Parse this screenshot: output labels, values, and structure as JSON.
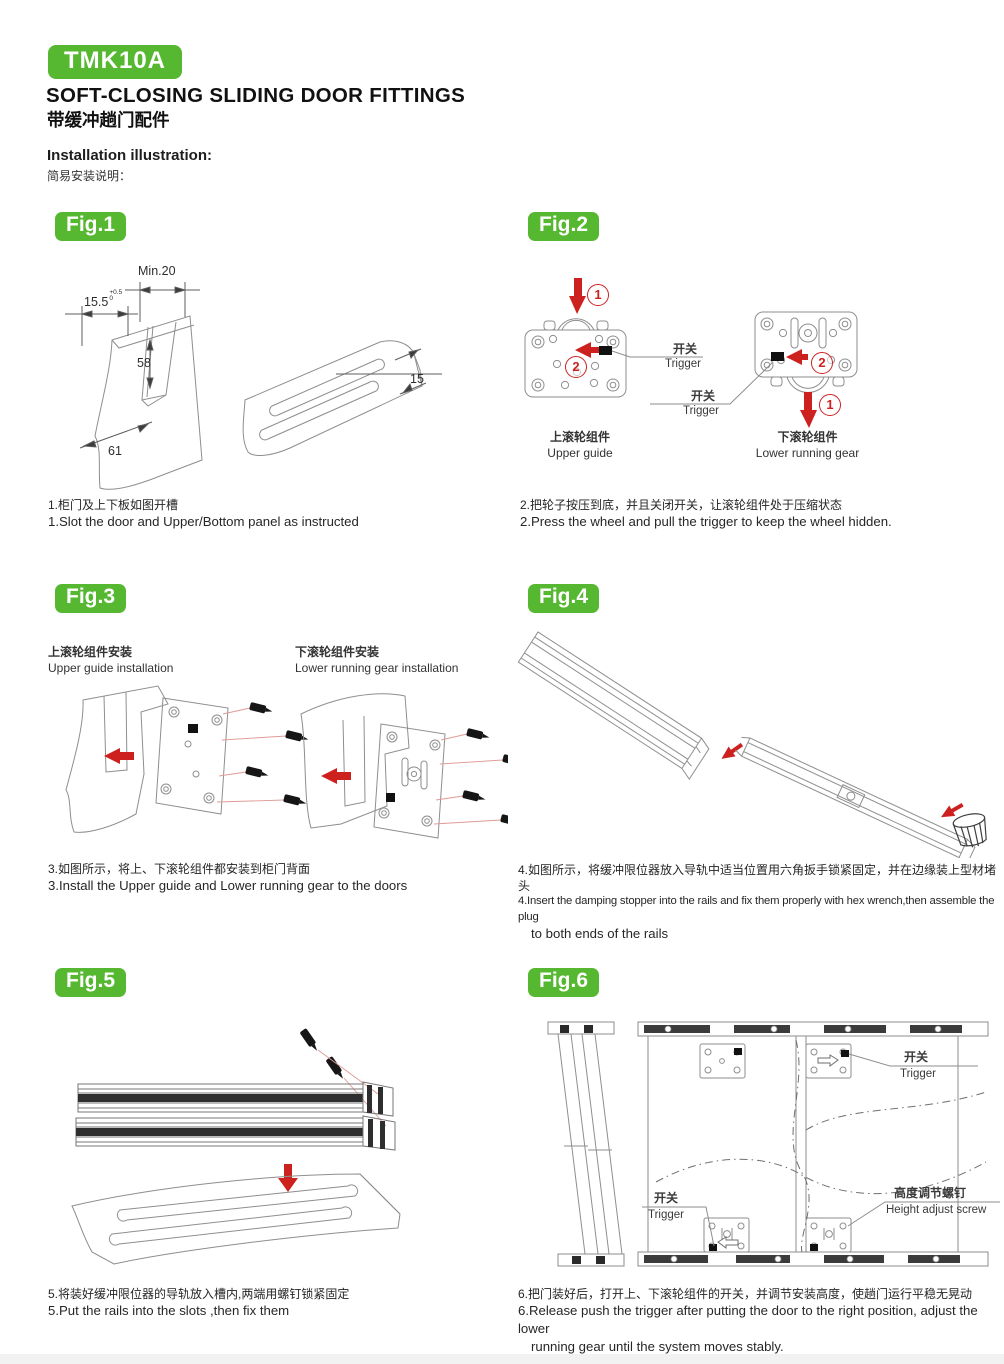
{
  "colors": {
    "green": "#56b831",
    "red": "#cd2120"
  },
  "header": {
    "product_code": "TMK10A",
    "title": "SOFT-CLOSING SLIDING DOOR FITTINGS",
    "subtitle_cn": "带缓冲趟门配件",
    "section_title_en": "Installation illustration:",
    "section_title_cn": "简易安装说明："
  },
  "figures": {
    "fig1": {
      "label": "Fig.1",
      "dims": {
        "slot_min": "Min.20",
        "slot_width": "15.5",
        "tol_top": "+0.5",
        "tol_bottom": "0",
        "slot_depth": "58",
        "door_bottom": "61",
        "panel_groove": "15"
      },
      "caption_cn": "1.柜门及上下板如图开槽",
      "caption_en": "1.Slot the door and Upper/Bottom panel as instructed"
    },
    "fig2": {
      "label": "Fig.2",
      "step1": "1",
      "step2": "2",
      "trigger_cn": "开关",
      "trigger_en": "Trigger",
      "upper_cn": "上滚轮组件",
      "upper_en": "Upper guide",
      "lower_cn": "下滚轮组件",
      "lower_en": "Lower running gear",
      "caption_cn": "2.把轮子按压到底，并且关闭开关，让滚轮组件处于压缩状态",
      "caption_en": "2.Press the wheel and pull the trigger to keep the  wheel hidden."
    },
    "fig3": {
      "label": "Fig.3",
      "upper_cn": "上滚轮组件安装",
      "upper_en": "Upper guide installation",
      "lower_cn": "下滚轮组件安装",
      "lower_en": "Lower running gear installation",
      "caption_cn": "3.如图所示，将上、下滚轮组件都安装到柜门背面",
      "caption_en": "3.Install the Upper guide and Lower running gear to the doors"
    },
    "fig4": {
      "label": "Fig.4",
      "caption_cn": "4.如图所示，将缓冲限位器放入导轨中适当位置用六角扳手锁紧固定，并在边缘装上型材堵头",
      "caption_en1": "4.Insert the damping stopper into the rails and fix them properly with hex wrench,then assemble the plug",
      "caption_en2": "to both ends of the rails"
    },
    "fig5": {
      "label": "Fig.5",
      "caption_cn": "5.将装好缓冲限位器的导轨放入槽内,两端用螺钉锁紧固定",
      "caption_en": "5.Put the rails into the slots ,then fix them"
    },
    "fig6": {
      "label": "Fig.6",
      "trigger_cn": "开关",
      "trigger_en": "Trigger",
      "height_cn": "高度调节螺钉",
      "height_en": "Height adjust screw",
      "caption_cn": "6.把门装好后，打开上、下滚轮组件的开关，并调节安装高度，使趟门运行平稳无晃动",
      "caption_en1": "6.Release push the trigger after putting the door to the right position, adjust the lower",
      "caption_en2": "running gear until the system moves stably."
    }
  }
}
